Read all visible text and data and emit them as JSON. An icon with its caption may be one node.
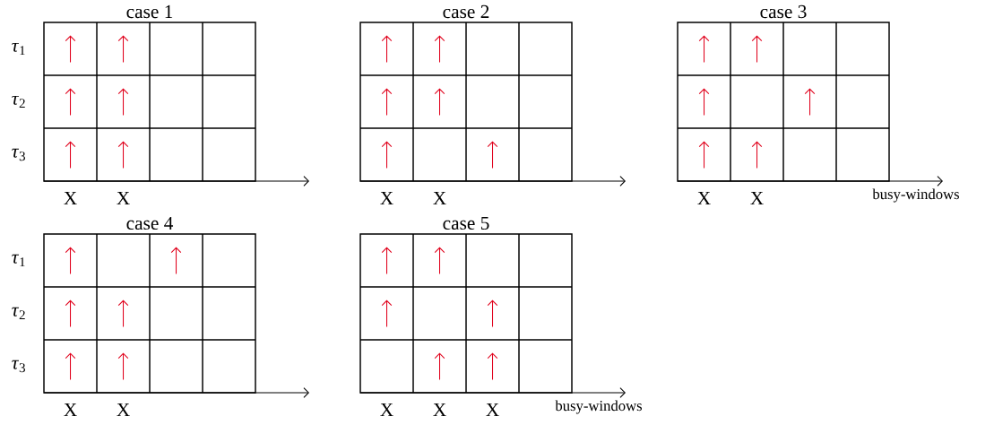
{
  "diagram": {
    "labels": [
      "case 1",
      "case 2",
      "case 3",
      "*τ*$_{1}$",
      "*τ*$_{2}$",
      "*τ*$_{3}$",
      "X",
      "X",
      "X",
      "X",
      "X",
      "X",
      "busy-windows",
      "case 4",
      "case 5",
      "*τ*$_{1}$",
      "*τ*$_{2}$",
      "*τ*$_{3}$",
      "X",
      "X",
      "X",
      "X",
      "X",
      "busy-windows"
    ]
  }
}
